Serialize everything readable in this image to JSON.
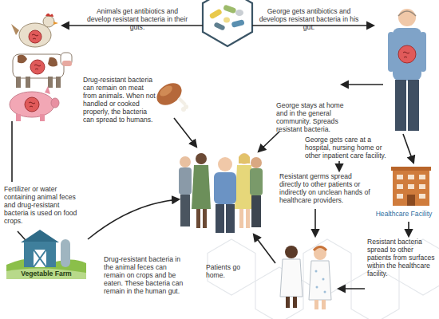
{
  "diagram": {
    "nodes": [
      {
        "text": [
          "Vegetable Farm"
        ]
      },
      {
        "text": [
          "Healthcare Facility"
        ]
      }
    ],
    "labels": [
      "Animals get antibiotics and develop resistant bacteria in their guts.",
      "George gets antibiotics and develops resistant bacteria in his gut.",
      "Drug-resistant bacteria can remain on meat from animals. When not handled or cooked properly, the bacteria can spread to humans.",
      "George stays at home and in the general community. Spreads resistant bacteria.",
      "George gets care at a hospital, nursing home or other inpatient care facility.",
      "Fertilizer or water containing animal feces and drug-resistant bacteria is used on food crops.",
      "Resistant germs spread directly to other patients or indirectly on unclean hands of healthcare providers.",
      "Drug-resistant bacteria in the animal feces can remain on crops and be eaten. These bacteria can remain in the human gut.",
      "Patients go home.",
      "Resistant bacteria spread to other patients from surfaces within the healthcare facility."
    ]
  }
}
